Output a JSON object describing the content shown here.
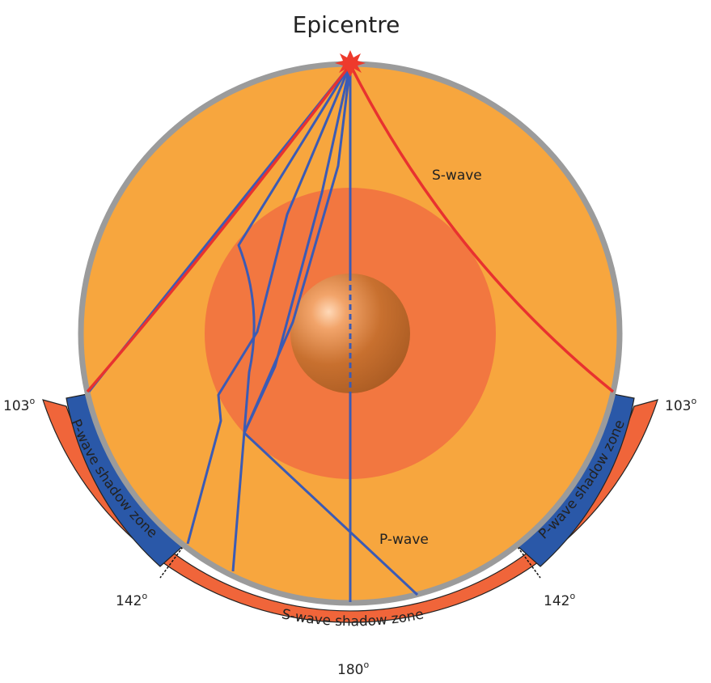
{
  "title": "Epicentre",
  "waves": {
    "s_wave": "S-wave",
    "p_wave": "P-wave"
  },
  "zones": {
    "p_shadow_left": "P-wave shadow zone",
    "p_shadow_right": "P-wave shadow zone",
    "s_shadow": "S-wave shadow zone"
  },
  "angles": {
    "left_103": "103",
    "right_103": "103",
    "left_142": "142",
    "right_142": "142",
    "bottom_180": "180",
    "degree_mark": "o"
  },
  "colors": {
    "mantle": "#F7A63E",
    "outer_core": "#F27740",
    "inner_core": "#C0672A",
    "crust_outline": "#9B9B9B",
    "s_wave_line": "#E8322F",
    "p_wave_line": "#3B5BB5",
    "s_shadow_band": "#F0653A",
    "p_shadow_band": "#2A58A8",
    "epicentre_star": "#EE3A2C"
  }
}
